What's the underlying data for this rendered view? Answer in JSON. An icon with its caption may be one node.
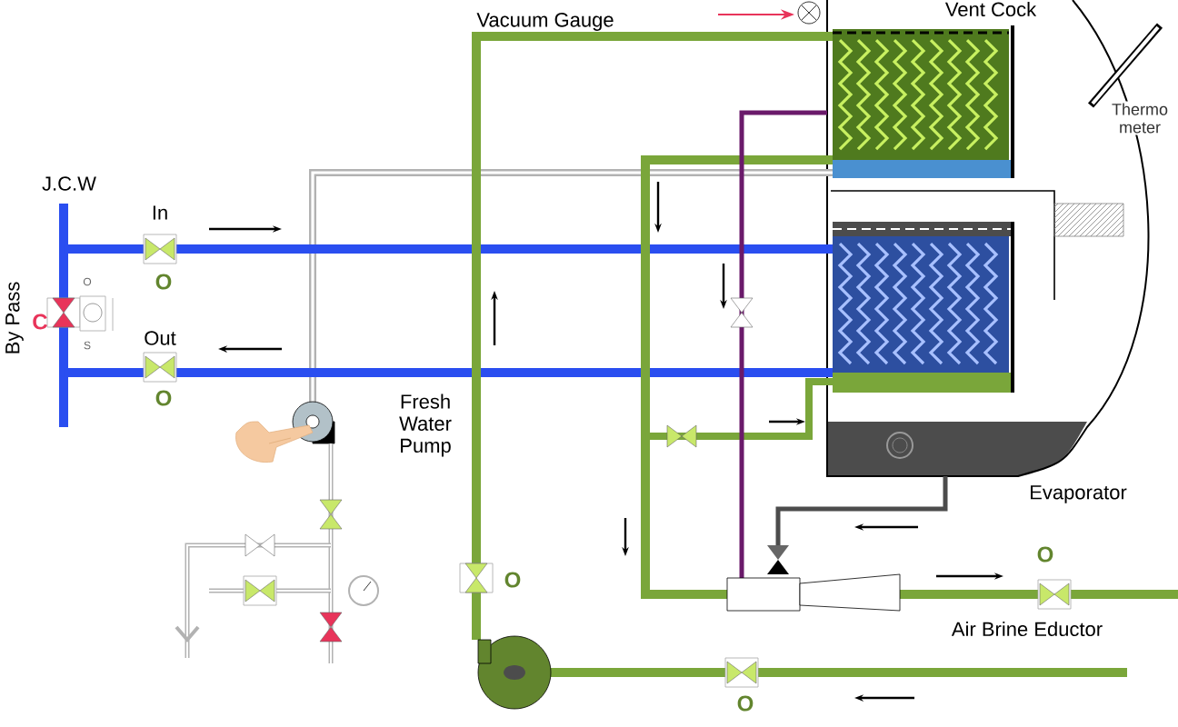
{
  "diagram": {
    "labels": [
      "Vacuum Gauge",
      "Vent Cock",
      "Thermo meter",
      "J.C.W",
      "In",
      "O",
      "O",
      "By Pass",
      "C",
      "Out",
      "S",
      "O",
      "Fresh Water Pump",
      "O",
      "Evaporator",
      "O",
      "Air Brine Eductor",
      "O"
    ]
  }
}
